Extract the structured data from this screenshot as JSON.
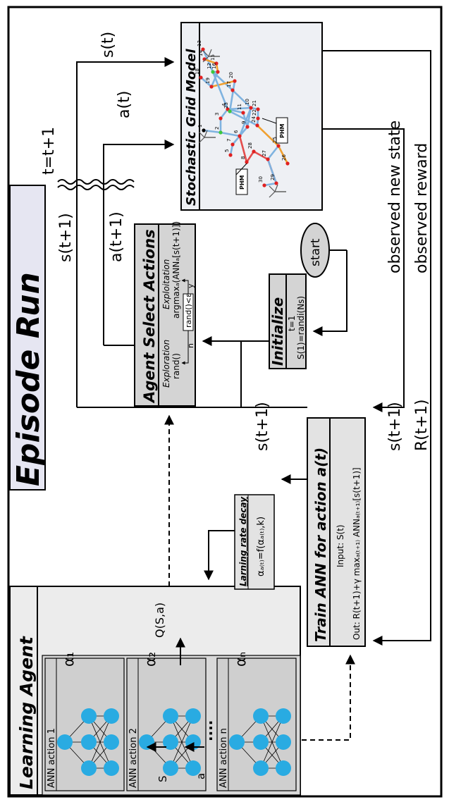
{
  "title": "Episode Run",
  "learning_agent": {
    "title": "Learning Agent",
    "ann_labels": [
      "ANN action 1",
      "ANN action 2",
      "ANN action n"
    ],
    "alphas": [
      "α₁",
      "α₂",
      "αₙ"
    ],
    "dots": "....",
    "input_s": "S",
    "input_a": "a",
    "output_q": "Q(S,a)"
  },
  "select_actions": {
    "title": "Agent Select Actions",
    "exploration": "Exploration",
    "exploration_fn": "rand()",
    "exploitation": "Exploitation",
    "exploitation_fn": "argmaxₐ(ANNₐ[s(t+1)])",
    "condition": "rand()<ε",
    "branch_no": "n",
    "branch_yes": "y"
  },
  "initialize": {
    "title": "Initialize",
    "line1": "t=1",
    "line2": "S(1)=randi(Ns)"
  },
  "start": "start",
  "train": {
    "title": "Train ANN for action a(t)",
    "input": "Input: S(t)",
    "output": "Out: R(t+1)+γ maxₐ₍ₜ₊₁₎ ANNₐ₍ₜ₊₁₎[s(t+1)]"
  },
  "lr_decay": {
    "title": "Larning rate decay",
    "formula": "αₐ₍ₜ₎=f(αₐ₍ₜ₎,k)"
  },
  "grid": {
    "title": "Stochastic Grid Model",
    "pmh_labels": [
      "PHM",
      "PHM"
    ],
    "node_labels": [
      "1",
      "2",
      "3",
      "4",
      "5",
      "6",
      "7",
      "8",
      "9",
      "10",
      "11",
      "12",
      "13",
      "14",
      "15",
      "16",
      "17",
      "18",
      "19",
      "20",
      "21",
      "22",
      "23",
      "24",
      "25",
      "26",
      "27",
      "28",
      "29",
      "30"
    ]
  },
  "labels": {
    "s_t": "s(t)",
    "a_t": "a(t)",
    "t_update": "t=t+1",
    "s_t1_a": "s(t+1)",
    "a_t1": "a(t+1)",
    "s_t1_b": "s(t+1)",
    "s_t1_c": "s(t+1)",
    "observed_new_state": "observed new state",
    "r_t1": "R(t+1)",
    "observed_reward": "observed reward"
  }
}
